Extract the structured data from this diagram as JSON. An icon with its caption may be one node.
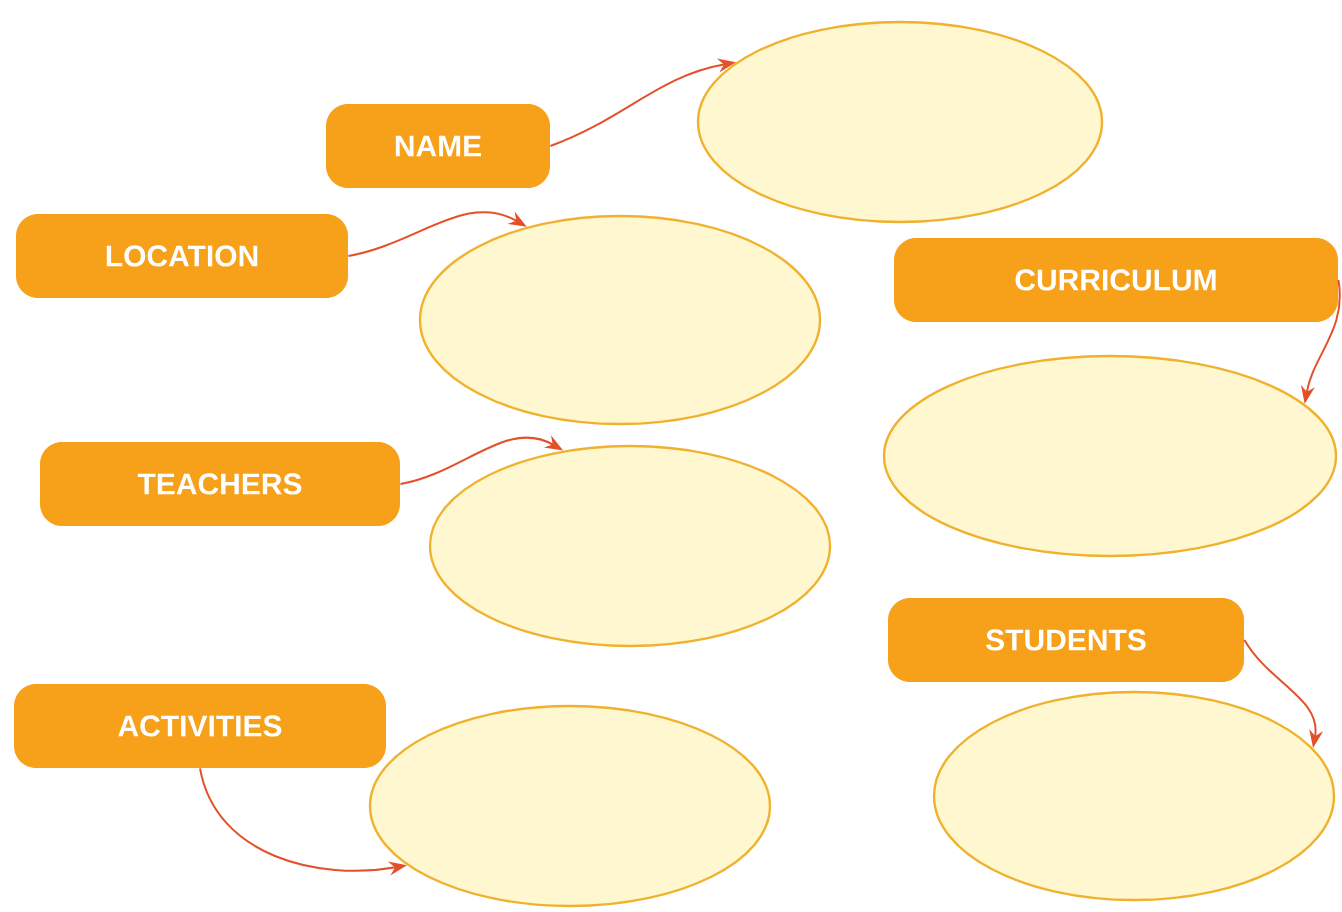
{
  "diagram": {
    "nodes": [
      {
        "text": [
          "NAME"
        ]
      },
      {
        "text": [],
        "shape": "ellipse"
      },
      {
        "text": [
          "LOCATION"
        ]
      },
      {
        "text": [],
        "shape": "ellipse"
      },
      {
        "text": [
          "CURRICULUM"
        ]
      },
      {
        "text": [],
        "shape": "ellipse"
      },
      {
        "text": [
          "TEACHERS"
        ]
      },
      {
        "text": [],
        "shape": "ellipse"
      },
      {
        "text": [
          "STUDENTS"
        ]
      },
      {
        "text": [],
        "shape": "ellipse"
      },
      {
        "text": [
          "ACTIVITIES"
        ]
      },
      {
        "text": [],
        "shape": "ellipse"
      }
    ],
    "edges": [
      {
        "from": 0,
        "to": 1,
        "arrow": "to"
      },
      {
        "from": 2,
        "to": 3,
        "arrow": "to"
      },
      {
        "from": 4,
        "to": 5,
        "arrow": "to"
      },
      {
        "from": 6,
        "to": 7,
        "arrow": "to"
      },
      {
        "from": 8,
        "to": 9,
        "arrow": "to"
      },
      {
        "from": 10,
        "to": 11,
        "arrow": "to"
      }
    ]
  }
}
